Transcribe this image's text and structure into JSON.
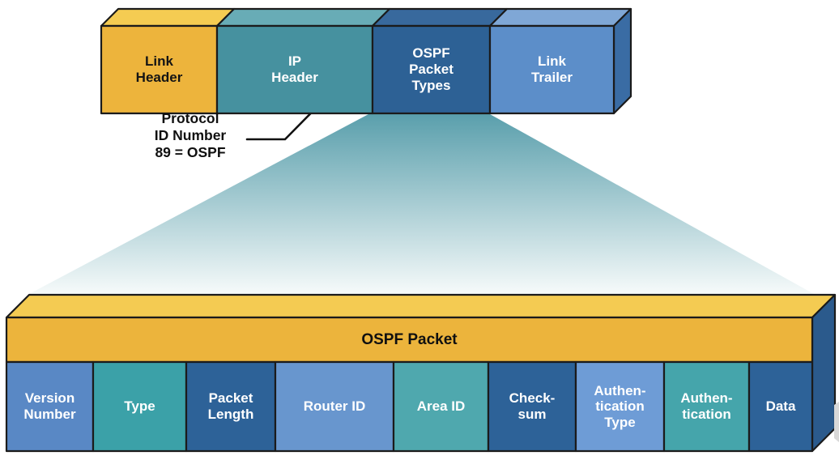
{
  "colors": {
    "background": "#ffffff",
    "outline": "#1b1b1b",
    "gold": "#EDB43C",
    "gold_top": "#F5CC52",
    "teal": "#46919F",
    "teal_top": "#68ACB6",
    "dark_blue": "#2D6195",
    "dark_blue_top": "#38699D",
    "medium_blue": "#5C8EC9",
    "medium_blue_top": "#7FA7D6",
    "side_blue": "#3A6CA4",
    "band_gold": "#ECB43C",
    "band_gold_top": "#F4CB52",
    "band_side_blue": "#2B5A8C",
    "field_version": "#5988C5",
    "field_type": "#3BA1A8",
    "field_length": "#2D6298",
    "field_router": "#6896CE",
    "field_area": "#4FA8AE",
    "field_checksum": "#2D6298",
    "field_auth_type": "#6E9CD6",
    "field_auth": "#45A5AB",
    "field_data": "#2D6298",
    "funnel_top": "#5A9FAC",
    "funnel_bottom": "#F6FAFA",
    "arrow": "#111111",
    "artifact_gray": "#d8d8d8"
  },
  "top_bar": {
    "segments": [
      {
        "label": "Link\nHeader"
      },
      {
        "label": "IP\nHeader"
      },
      {
        "label": "OSPF\nPacket\nTypes"
      },
      {
        "label": "Link\nTrailer"
      }
    ]
  },
  "protocol_note": {
    "text": "Protocol\nID Number\n89 = OSPF"
  },
  "bottom_bar": {
    "title": "OSPF Packet",
    "fields": [
      {
        "label": "Version\nNumber"
      },
      {
        "label": "Type"
      },
      {
        "label": "Packet\nLength"
      },
      {
        "label": "Router ID"
      },
      {
        "label": "Area ID"
      },
      {
        "label": "Check-\nsum"
      },
      {
        "label": "Authen-\ntication\nType"
      },
      {
        "label": "Authen-\ntication"
      },
      {
        "label": "Data"
      }
    ]
  }
}
